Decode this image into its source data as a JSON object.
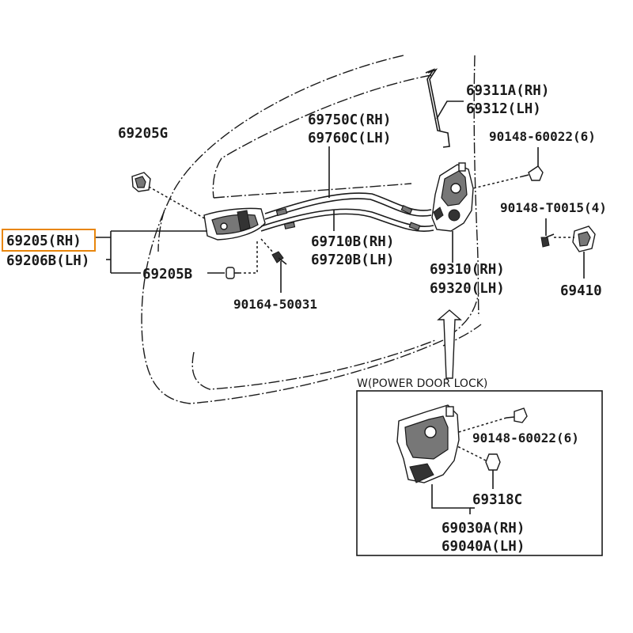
{
  "labels": {
    "p69205G": "69205G",
    "p69205RH": "69205(RH)",
    "p69206LH": "69206B(LH)",
    "p69205B": "69205B",
    "p90164": "90164-50031",
    "p69750": "69750C(RH)",
    "p69760": "69760C(LH)",
    "p69710": "69710B(RH)",
    "p69720": "69720B(LH)",
    "p69311": "69311A(RH)",
    "p69312": "69312(LH)",
    "p90148a": "90148-60022(6)",
    "p90148b": "90148-T0015(4)",
    "p69410": "69410",
    "p69310": "69310(RH)",
    "p69320": "69320(LH)",
    "inset_title": "W(POWER DOOR LOCK)",
    "p90148c": "90148-60022(6)",
    "p69318C": "69318C",
    "p69030": "69030A(RH)",
    "p69040": "69040A(LH)"
  },
  "highlight": {
    "part": "69205(RH)",
    "color": "#e8860c"
  }
}
